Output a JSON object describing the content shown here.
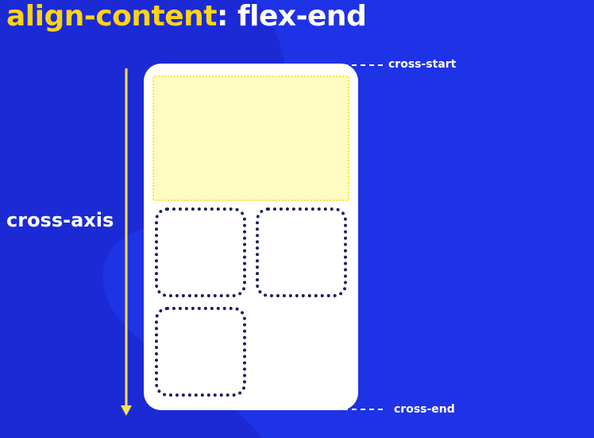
{
  "title": {
    "property": "align-content",
    "colon": ":",
    "value": "flex-end"
  },
  "axis": {
    "label": "cross-axis"
  },
  "edges": {
    "start_label": "cross-start",
    "end_label": "cross-end"
  },
  "colors": {
    "background": "#1f33e6",
    "background_shape": "#1a22c8",
    "title_accent": "#ffd31a",
    "arrow": "#ffe14d",
    "container": "#ffffff",
    "highlight_fill": "#fffcc2",
    "item_border": "#1a1f5c"
  }
}
